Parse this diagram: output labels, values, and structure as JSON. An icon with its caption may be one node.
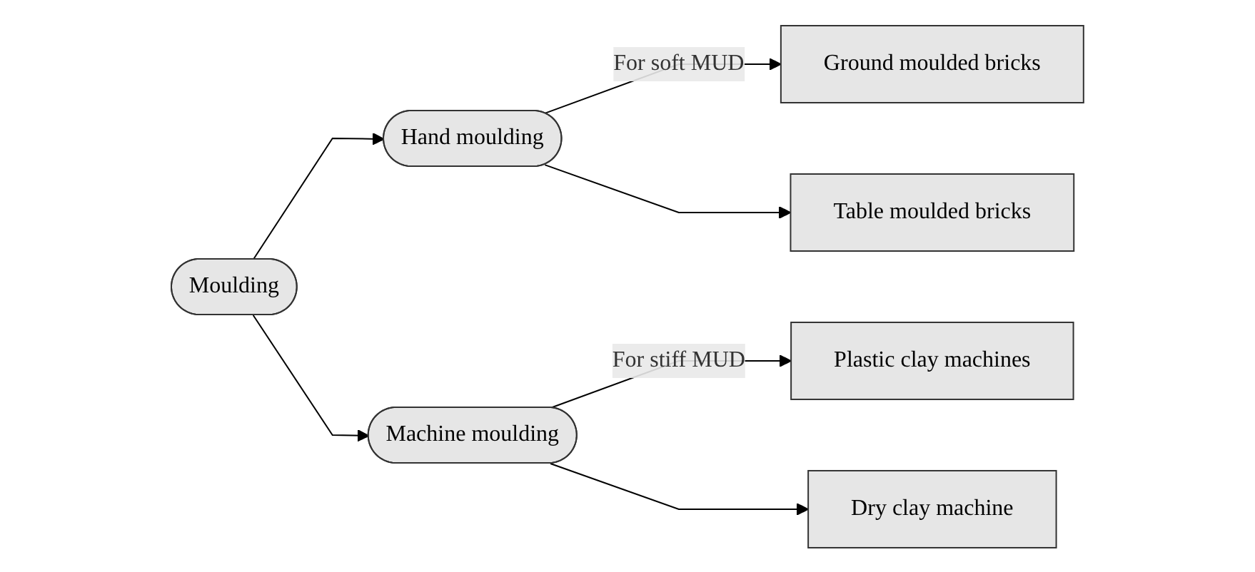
{
  "diagram": {
    "nodes": [
      {
        "text": [
          "Moulding"
        ]
      },
      {
        "text": [
          "Hand moulding"
        ]
      },
      {
        "text": [
          "Machine moulding"
        ]
      },
      {
        "text": [
          "Ground moulded bricks"
        ]
      },
      {
        "text": [
          "Table moulded bricks"
        ]
      },
      {
        "text": [
          "Plastic clay machines"
        ]
      },
      {
        "text": [
          "Dry clay machine"
        ]
      }
    ],
    "edges": [
      {
        "from": 0,
        "to": 1,
        "arrow": "to"
      },
      {
        "from": 0,
        "to": 2,
        "arrow": "to"
      },
      {
        "from": 1,
        "to": 3,
        "arrow": "to",
        "label": "For soft MUD"
      },
      {
        "from": 1,
        "to": 4,
        "arrow": "to"
      },
      {
        "from": 2,
        "to": 5,
        "arrow": "to",
        "label": "For stiff MUD"
      },
      {
        "from": 2,
        "to": 6,
        "arrow": "to"
      }
    ]
  }
}
